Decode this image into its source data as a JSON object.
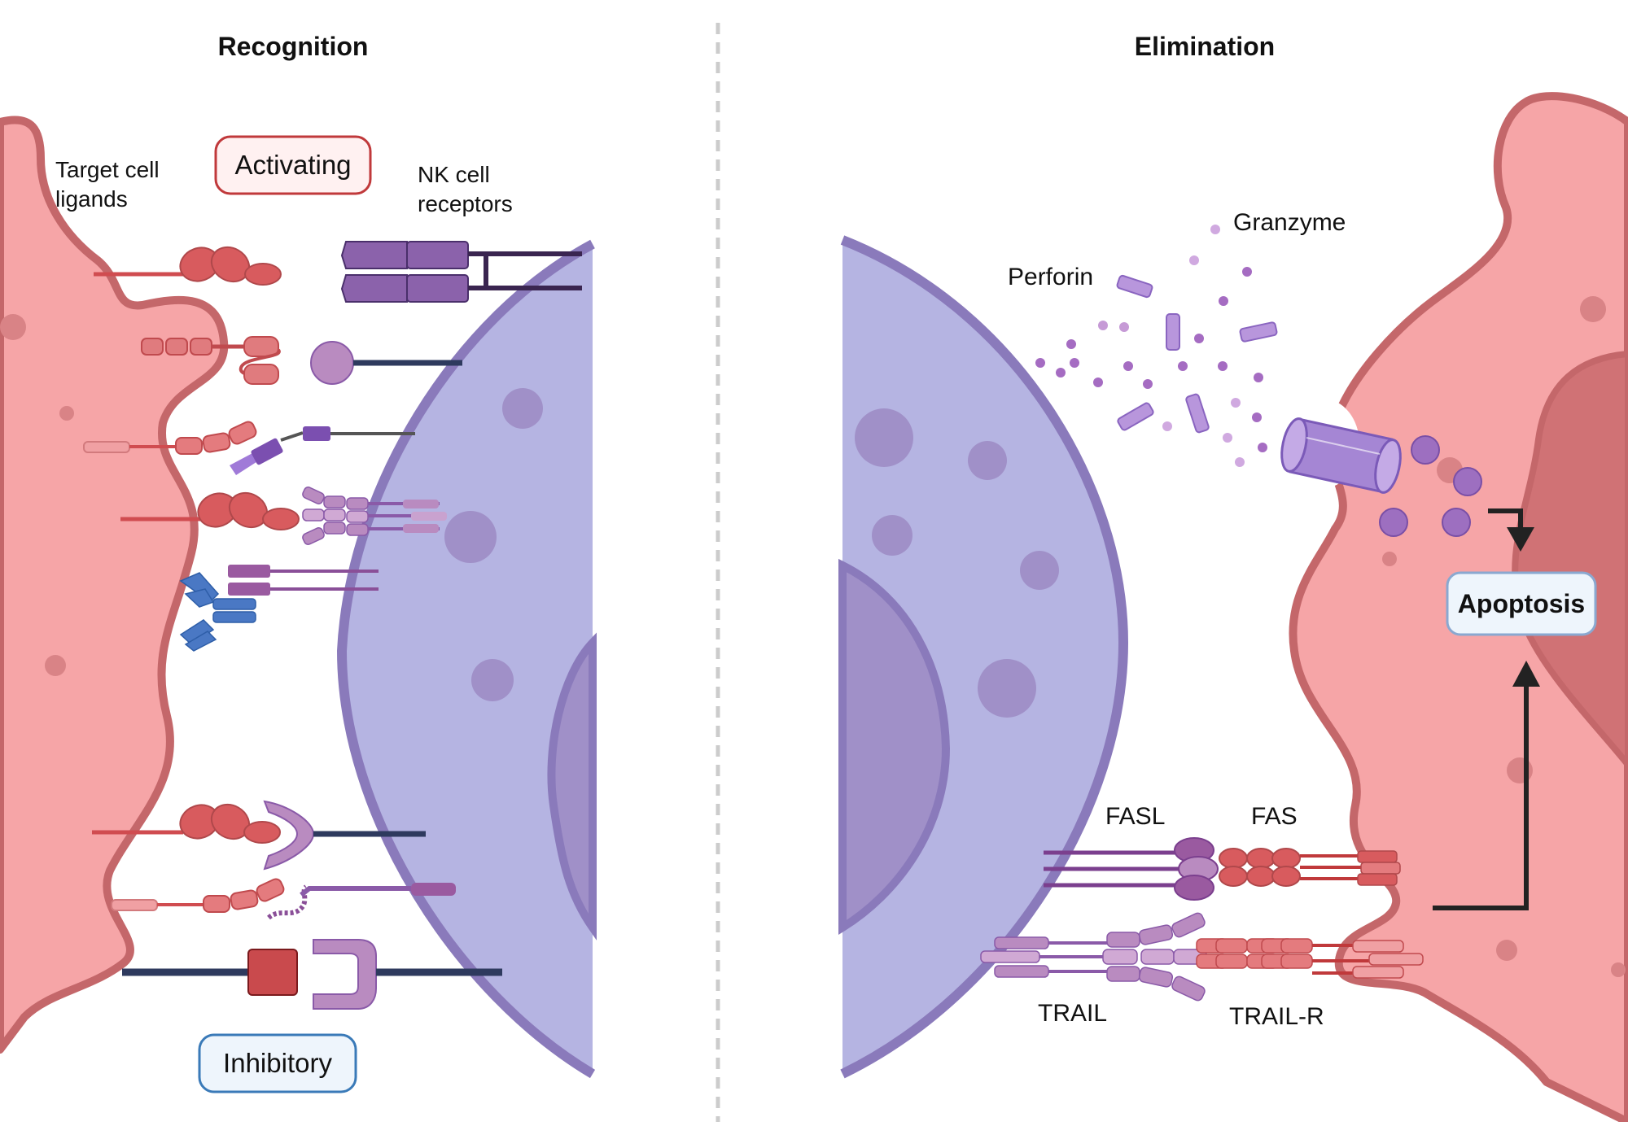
{
  "panels": {
    "recognition": {
      "title": "Recognition",
      "target_cell_label": [
        "Target cell",
        "ligands"
      ],
      "nk_receptor_label": [
        "NK cell",
        "receptors"
      ],
      "activating_label": "Activating",
      "inhibitory_label": "Inhibitory"
    },
    "elimination": {
      "title": "Elimination",
      "perforin_label": "Perforin",
      "granzyme_label": "Granzyme",
      "apoptosis_label": "Apoptosis",
      "fasl_label": "FASL",
      "fas_label": "FAS",
      "trail_label": "TRAIL",
      "trail_r_label": "TRAIL-R"
    }
  },
  "colors": {
    "target_cell_fill": "#f6a5a7",
    "target_cell_edge": "#c4676a",
    "target_dark": "#d07275",
    "nk_cell_fill": "#b5b4e2",
    "nk_cell_edge": "#8a7abb",
    "nk_nucleus": "#a090c8",
    "activating_border": "#c0393b",
    "activating_bg": "#fff1f1",
    "inhibitory_border": "#3a7ab8",
    "inhibitory_bg": "#eef5fc",
    "receptor_purple": "#8a5aa8",
    "ligand_red": "#d85b5e",
    "antibody_blue": "#4a78c4",
    "divider": "#cccccc"
  }
}
